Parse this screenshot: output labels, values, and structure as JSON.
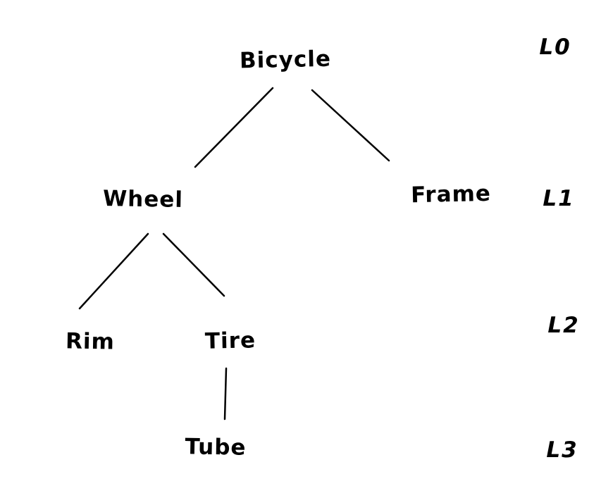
{
  "diagram": {
    "type": "tree",
    "style": "hand-drawn sketch, black strokes on white background",
    "colors": {
      "stroke": "#000000",
      "text": "#000000",
      "background": "#ffffff"
    },
    "nodes": [
      {
        "id": "bicycle",
        "label": "Bicycle",
        "level": 0,
        "parent": null
      },
      {
        "id": "wheel",
        "label": "Wheel",
        "level": 1,
        "parent": "bicycle"
      },
      {
        "id": "frame",
        "label": "Frame",
        "level": 1,
        "parent": "bicycle"
      },
      {
        "id": "rim",
        "label": "Rim",
        "level": 2,
        "parent": "wheel"
      },
      {
        "id": "tire",
        "label": "Tire",
        "level": 2,
        "parent": "wheel"
      },
      {
        "id": "tube",
        "label": "Tube",
        "level": 3,
        "parent": "tire"
      }
    ],
    "edges": [
      {
        "from": "bicycle",
        "to": "wheel"
      },
      {
        "from": "bicycle",
        "to": "frame"
      },
      {
        "from": "wheel",
        "to": "rim"
      },
      {
        "from": "wheel",
        "to": "tire"
      },
      {
        "from": "tire",
        "to": "tube"
      }
    ],
    "level_labels": [
      {
        "label": "L0"
      },
      {
        "label": "L1"
      },
      {
        "label": "L2"
      },
      {
        "label": "L3"
      }
    ]
  }
}
